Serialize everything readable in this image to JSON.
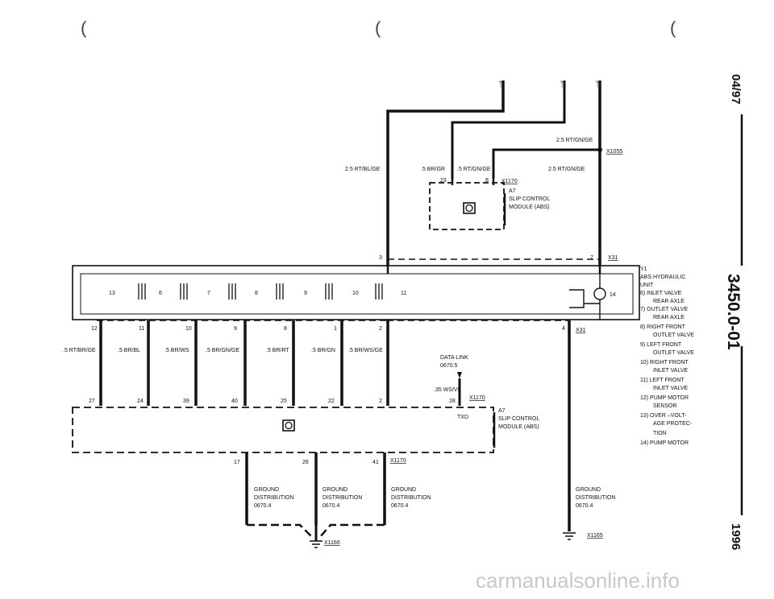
{
  "margin": {
    "date": "04/97",
    "page": "3450.0-01",
    "year": "1996"
  },
  "watermark": "carmanualsonline.info",
  "top_section": {
    "wire_left": "2.5 RT/BL/GE",
    "wire_br_gr": ".5 BR/GR",
    "wire_rt_gn_ge_small": ".5 RT/GN/GE",
    "wire_rt_gn_ge_top": "2.5 RT/GN/GE",
    "wire_rt_gn_ge_right": "2.5 RT/GN/GE",
    "splice": "X1055",
    "connector": "X1170",
    "pin_23": "23",
    "pin_8": "8",
    "module_id": "A7",
    "module_line1": "SLIP CONTROL",
    "module_line2": "MODULE (ABS)"
  },
  "hydraulic_unit": {
    "pin_3": "3",
    "pin_7": "7",
    "connector_top": "X31",
    "pin_4": "4",
    "connector_bottom": "X31",
    "inner_pins": [
      "13",
      "6",
      "7",
      "8",
      "9",
      "10",
      "11"
    ],
    "pump_pin": "14"
  },
  "legend": {
    "id": "Y1",
    "lines": [
      "ABS HYDRAULIC",
      "UNIT",
      "6)  INLET VALVE",
      "REAR AXLE",
      "7)  OUTLET VALVE",
      "REAR AXLE",
      "8)  RIGHT FRONT",
      "OUTLET VALVE",
      "9)  LEFT FRONT",
      "OUTLET VALVE",
      "10) RIGHT FRONT",
      "INLET VALVE",
      "11) LEFT FRONT",
      "INLET VALVE",
      "12) PUMP MOTOR",
      "SENSOR",
      "13) OVER –VOLT-",
      "AGE PROTEC-",
      "TION",
      "14) PUMP MOTOR"
    ]
  },
  "wires": {
    "upper_pins": [
      "12",
      "11",
      "10",
      "9",
      "8",
      "1",
      "2"
    ],
    "labels": [
      ".5 RT/BR/GE",
      ".5 BR/BL",
      ".5 BR/WS",
      ".5 BR/GN/GE",
      ".5 BR/RT",
      ".5 BR/GN",
      ".5 BR/WS/GE"
    ],
    "lower_pins": [
      "27",
      "24",
      "39",
      "40",
      "25",
      "22",
      "2"
    ]
  },
  "data_link": {
    "line1": "DATA LINK",
    "line2": "0670.5",
    "wire": ".35 WS/VI",
    "pin": "28",
    "connector": "X1170",
    "txd": "TXD"
  },
  "lower_module": {
    "id": "A7",
    "line1": "SLIP CONTROL",
    "line2": "MODULE (ABS)",
    "pin_17": "17",
    "pin_26": "26",
    "pin_41": "41",
    "connector": "X1170"
  },
  "ground": {
    "line1": "GROUND",
    "line2": "DISTRIBUTION",
    "line3": "0670.4",
    "lower_splice": "X1166",
    "right_splice": "X1165"
  },
  "corner_marks": [
    "(",
    "(",
    "("
  ]
}
